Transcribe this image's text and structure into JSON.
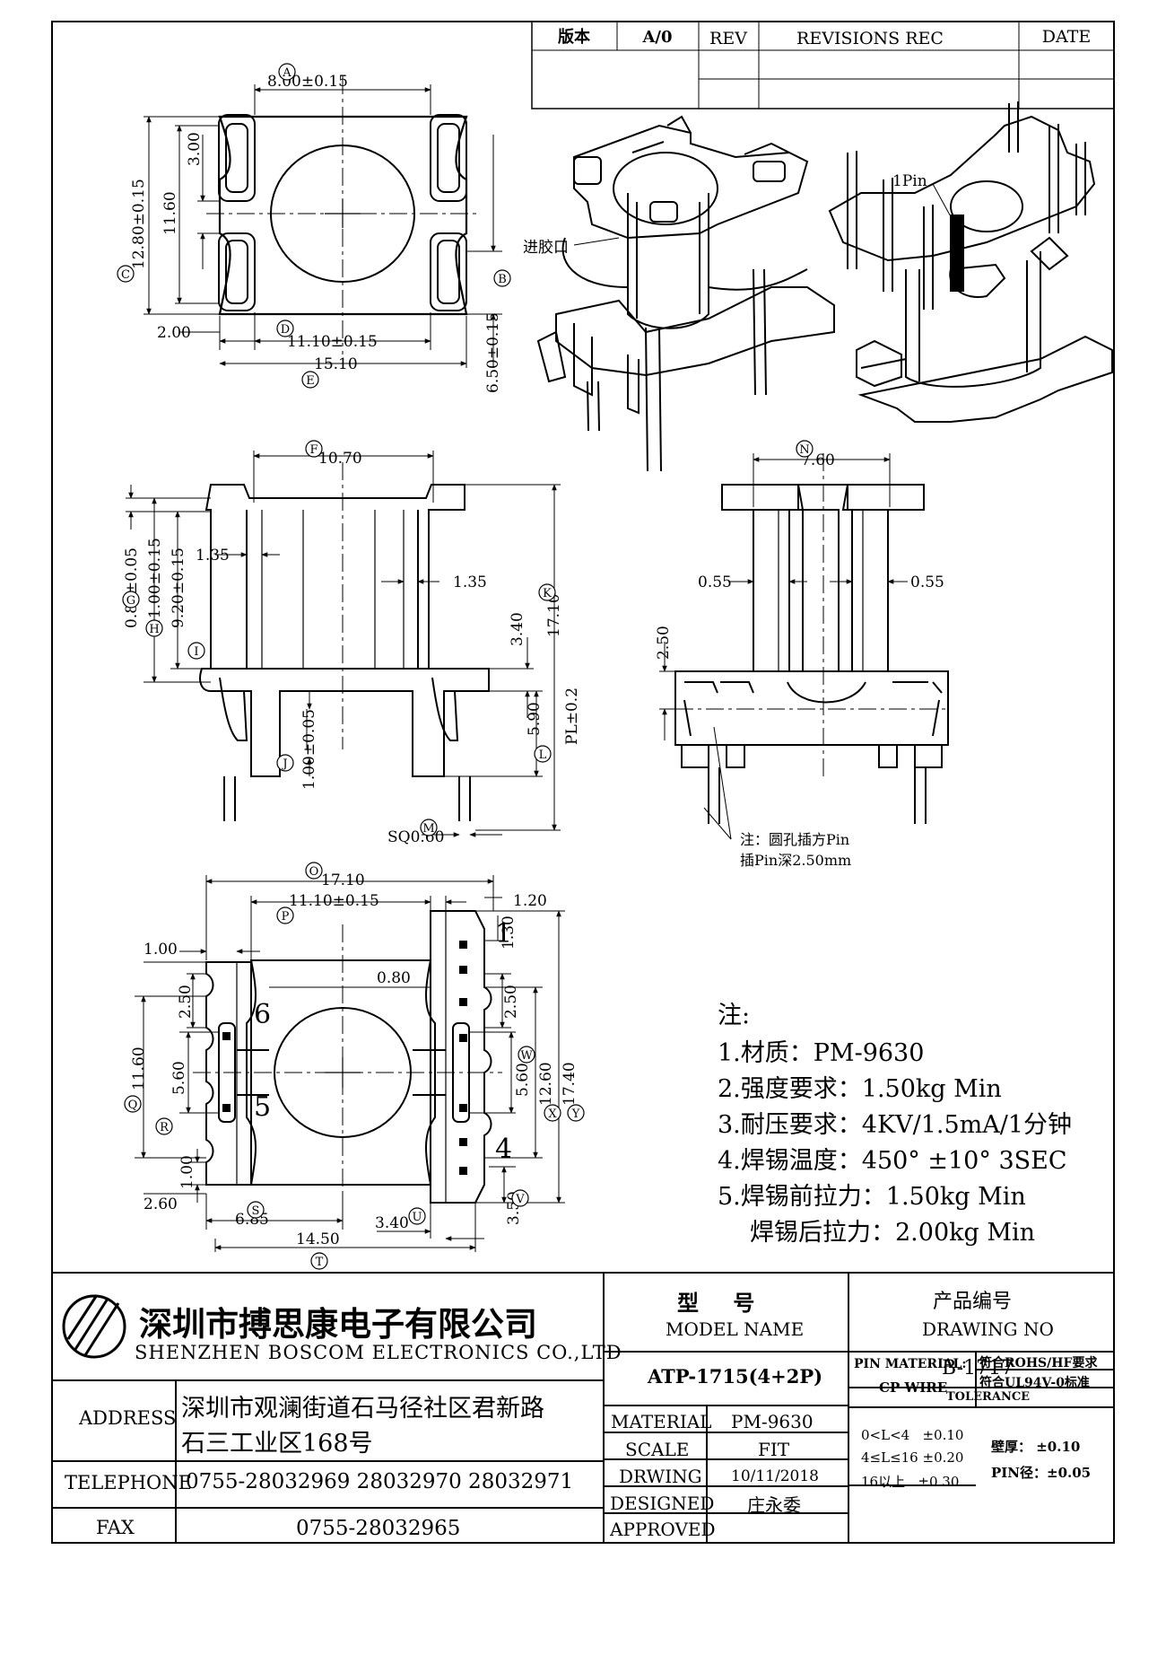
{
  "revision_table": {
    "version_label": "版本",
    "version_value": "A/0",
    "rev_header": "REV",
    "revisions_header": "REVISIONS REC",
    "date_header": "DATE"
  },
  "top_view": {
    "callouts": [
      "A",
      "B",
      "C",
      "D",
      "E"
    ],
    "dims": {
      "width_a": "8.00±0.15",
      "height_c": "12.80±0.15",
      "inner_height": "11.60",
      "slot_height": "3.00",
      "left_offset": "2.00",
      "width_d": "11.10±0.15",
      "width_e": "15.10",
      "height_b": "6.50±0.15"
    }
  },
  "iso_views": {
    "gate_label": "进胶口",
    "pin1_label": "1Pin"
  },
  "front_view": {
    "callouts": [
      "F",
      "G",
      "H",
      "I",
      "J",
      "K",
      "L",
      "M"
    ],
    "dims": {
      "width_f": "10.70",
      "g": "0.80±0.05",
      "h": "11.00±0.15",
      "i": "9.20±0.15",
      "wall_left": "1.35",
      "wall_right": "1.35",
      "k": "17.10",
      "flange_gap": "3.40",
      "l": "5.90",
      "pin_length": "PL±0.2",
      "j": "1.00±0.05",
      "m": "SQ0.60"
    }
  },
  "side_view": {
    "callouts": [
      "N"
    ],
    "dims": {
      "width_n": "7.60",
      "wall_left": "0.55",
      "wall_right": "0.55",
      "height": "2.50"
    },
    "note_line1": "注：圆孔插方Pin",
    "note_line2": "插Pin深2.50mm"
  },
  "bottom_view": {
    "callouts": [
      "O",
      "P",
      "Q",
      "R",
      "S",
      "T",
      "U",
      "V",
      "W",
      "X",
      "Y"
    ],
    "pin_numbers": [
      "1",
      "6",
      "5",
      "4"
    ],
    "dims": {
      "o": "17.10",
      "p": "11.10±0.15",
      "top_right": "1.20",
      "right_pitch": "1.30",
      "left_top": "1.00",
      "gap": "0.80",
      "left_pitch": "2.50",
      "right_pitch2": "2.50",
      "q": "11.60",
      "left_inner": "5.60",
      "w": "5.60",
      "x": "12.60",
      "y": "17.40",
      "left_bottom": "1.00",
      "r_offset": "2.60",
      "s": "6.85",
      "u": "3.40",
      "v": "3.50",
      "t": "14.50"
    }
  },
  "notes": {
    "title": "注:",
    "items": [
      "1.材质：PM-9630",
      "2.强度要求：1.50kg Min",
      "3.耐压要求：4KV/1.5mA/1分钟",
      "4.焊锡温度：450° ±10° 3SEC",
      "5.焊锡前拉力：1.50kg Min",
      "焊锡后拉力：2.00kg Min"
    ]
  },
  "title_block": {
    "company_cn": "深圳市搏思康电子有限公司",
    "company_en": "SHENZHEN BOSCOM ELECTRONICS CO.,LTD",
    "address_label": "ADDRESS",
    "address_line1": "深圳市观澜街道石马径社区君新路",
    "address_line2": "石三工业区168号",
    "telephone_label": "TELEPHONE",
    "telephone": "0755-28032969 28032970 28032971",
    "fax_label": "FAX",
    "fax": "0755-28032965",
    "model_name_cn": "型 号",
    "model_name_en": "MODEL NAME",
    "model_value": "ATP-1715(4+2P)",
    "drawing_no_cn": "产品编号",
    "drawing_no_en": "DRAWING NO",
    "drawing_no": "B-1717",
    "material_label": "MATERIAL",
    "material": "PM-9630",
    "scale_label": "SCALE",
    "scale": "FIT",
    "drawing_label": "DRWING",
    "date": "10/11/2018",
    "designed_label": "DESIGNED",
    "designer": "庄永委",
    "approved_label": "APPROVED",
    "approver": "",
    "pin_material_label": "PIN MATERIAL:",
    "pin_material": "CP WIRE",
    "rohs": "符合ROHS/HF要求",
    "ul": "符合UL94V-0标准",
    "tolerance_label": "TOLERANCE",
    "tol_row1": "0<L<4   ±0.10",
    "tol_row2": "4≤L≤16 ±0.20",
    "tol_row3": "16以上   ±0.30",
    "wall_tol": "壁厚： ±0.10",
    "pin_tol": "PIN径：±0.05"
  }
}
